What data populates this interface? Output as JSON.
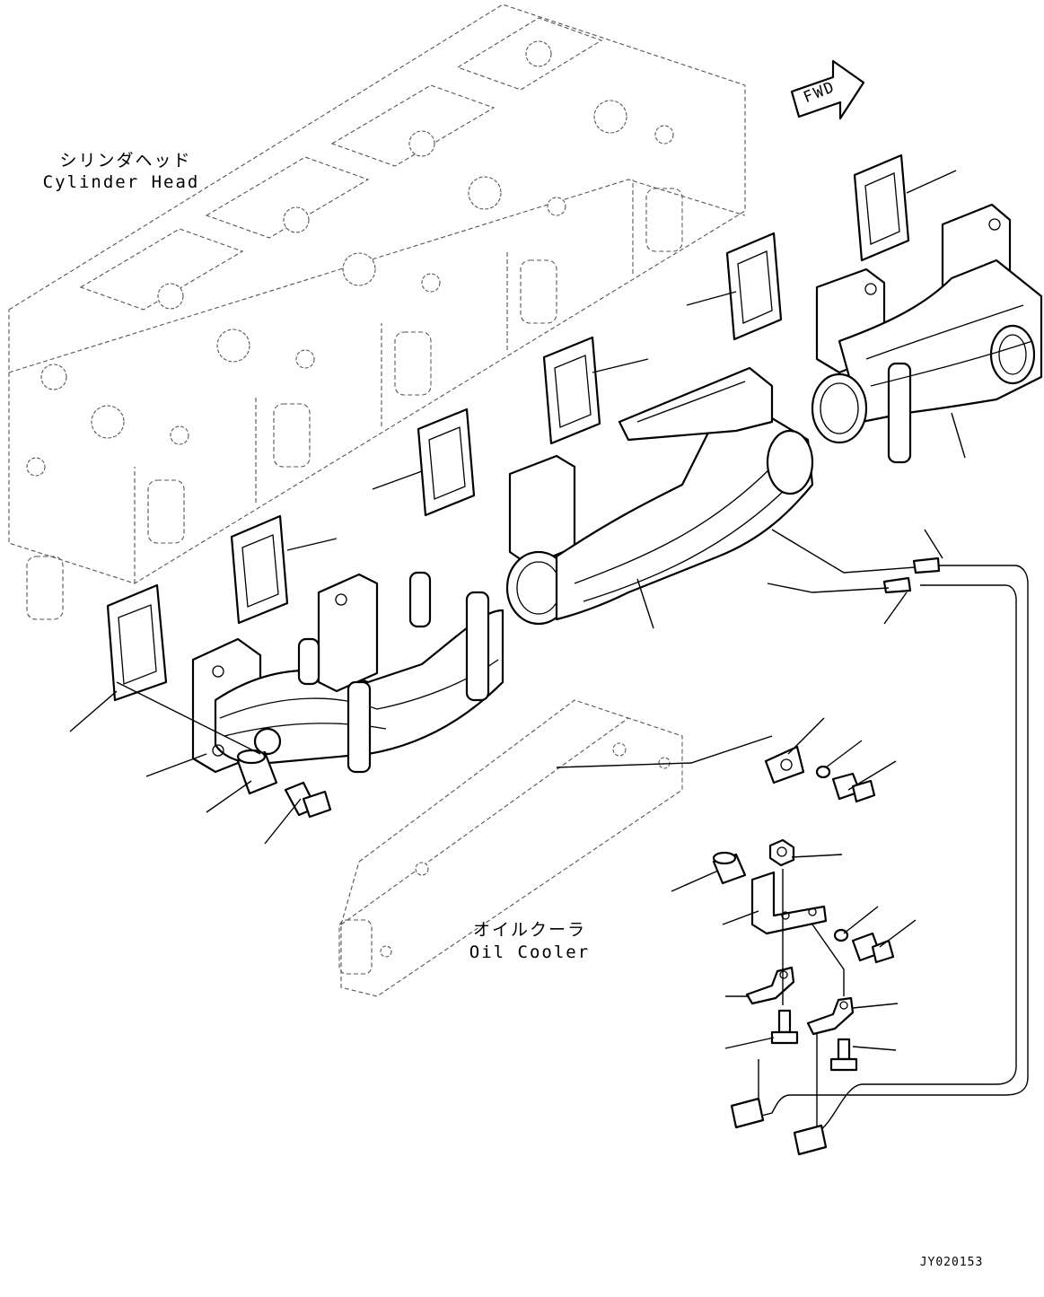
{
  "labels": {
    "cylinder_head_jp": "シリンダヘッド",
    "cylinder_head_en": "Cylinder Head",
    "oil_cooler_jp": "オイルクーラ",
    "oil_cooler_en": "Oil Cooler",
    "fwd": "FWD",
    "drawing_number": "JY020153"
  }
}
